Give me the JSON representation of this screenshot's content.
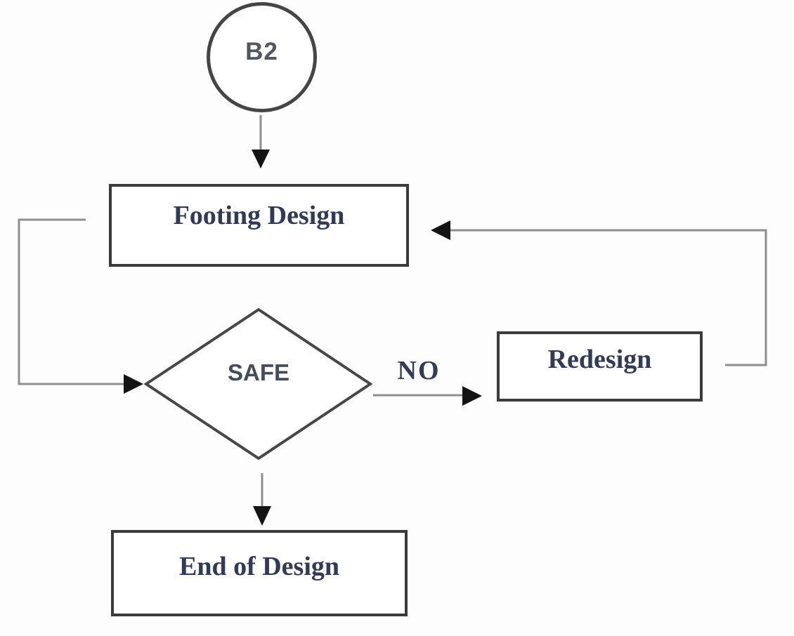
{
  "diagram": {
    "type": "flowchart",
    "nodes": [
      {
        "id": "b2-connector",
        "shape": "circle",
        "label": "B2"
      },
      {
        "id": "footing-design",
        "shape": "rectangle",
        "label": "Footing Design"
      },
      {
        "id": "safe-check",
        "shape": "diamond",
        "label": "SAFE"
      },
      {
        "id": "redesign",
        "shape": "rectangle",
        "label": "Redesign"
      },
      {
        "id": "end-of-design",
        "shape": "rectangle",
        "label": "End of Design"
      }
    ],
    "edges": [
      {
        "from": "b2-connector",
        "to": "footing-design",
        "label": ""
      },
      {
        "from": "footing-design",
        "to": "safe-check",
        "label": "",
        "route": "left-loop"
      },
      {
        "from": "safe-check",
        "to": "redesign",
        "label": "NO"
      },
      {
        "from": "redesign",
        "to": "footing-design",
        "label": "",
        "route": "right-loop"
      },
      {
        "from": "safe-check",
        "to": "end-of-design",
        "label": ""
      }
    ],
    "colors": {
      "background": "#fdfdfd",
      "box_border": "#3b3b3b",
      "connector_line": "#8e8e8e",
      "arrowhead": "#141414",
      "text_serif": "#333a54",
      "text_sans": "#53555f"
    }
  }
}
